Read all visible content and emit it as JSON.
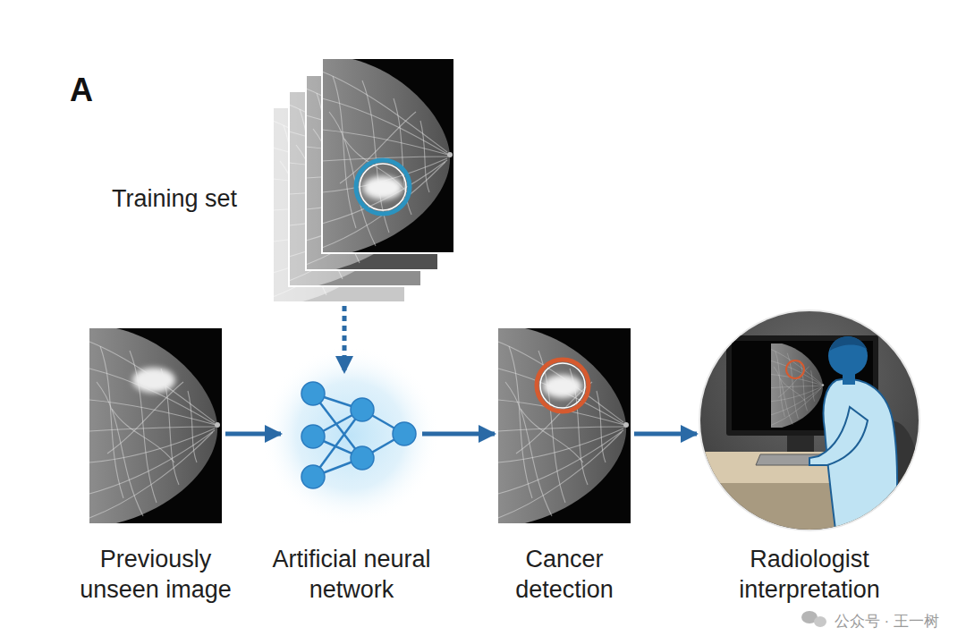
{
  "diagram": {
    "nodes": [
      {
        "text": [
          "Training set"
        ]
      },
      {
        "text": [
          "Previously unseen image"
        ]
      },
      {
        "text": [
          "Artificial neural network"
        ]
      },
      {
        "text": [
          "Cancer detection"
        ]
      },
      {
        "text": [
          "Radiologist interpretation"
        ]
      }
    ],
    "edges": [
      {
        "from": 0,
        "to": 2,
        "arrow": "to"
      },
      {
        "from": 1,
        "to": 2,
        "arrow": "to"
      },
      {
        "from": 2,
        "to": 3,
        "arrow": "to"
      },
      {
        "from": 3,
        "to": 4,
        "arrow": "to"
      }
    ],
    "labels": [
      "A",
      "公众号 · 王一树"
    ]
  }
}
